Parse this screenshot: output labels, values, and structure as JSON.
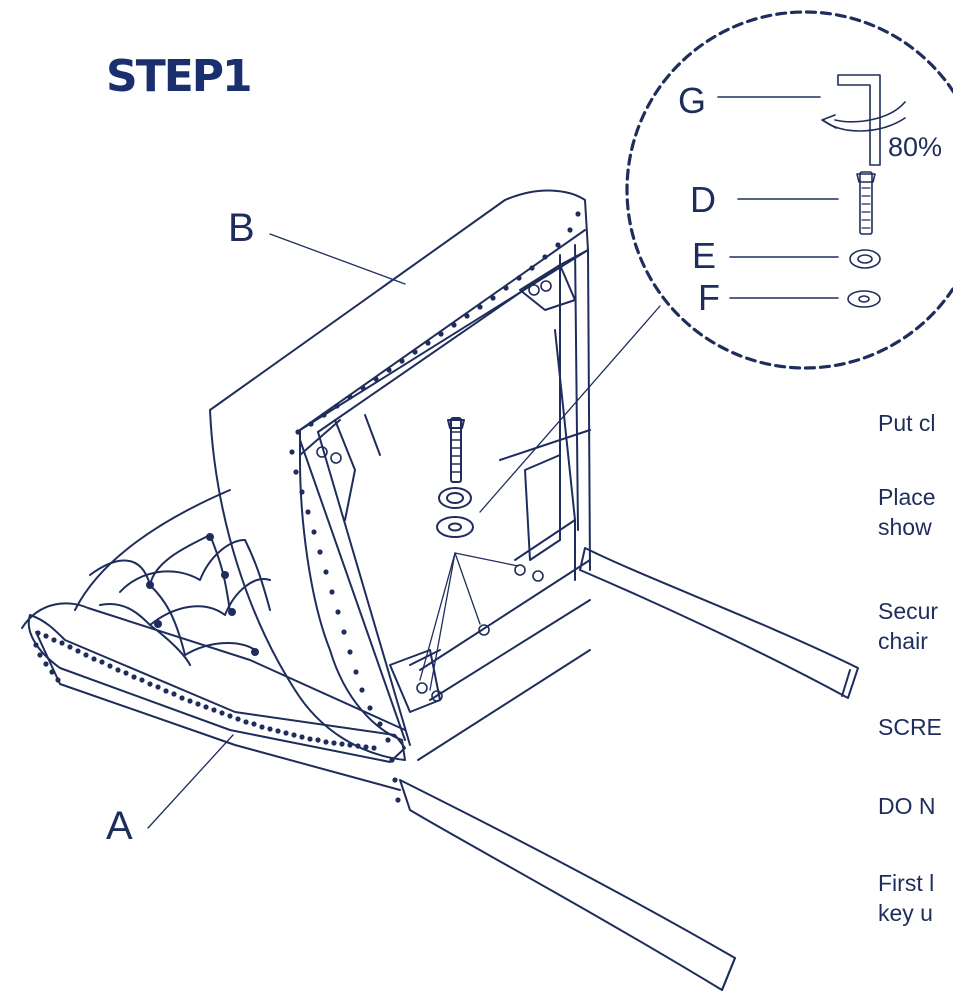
{
  "title": "STEP1",
  "parts": {
    "a": "A",
    "b": "B"
  },
  "detail": {
    "g": "G",
    "d": "D",
    "e": "E",
    "f": "F",
    "rotation": "80%"
  },
  "instructions": [
    "Put cl",
    "Place\nshow",
    "Secur\nchair",
    "SCRE",
    "DO N",
    "First l\nkey u"
  ],
  "colors": {
    "ink": "#1f2d5c",
    "title": "#1a2f6e",
    "background": "#ffffff"
  }
}
